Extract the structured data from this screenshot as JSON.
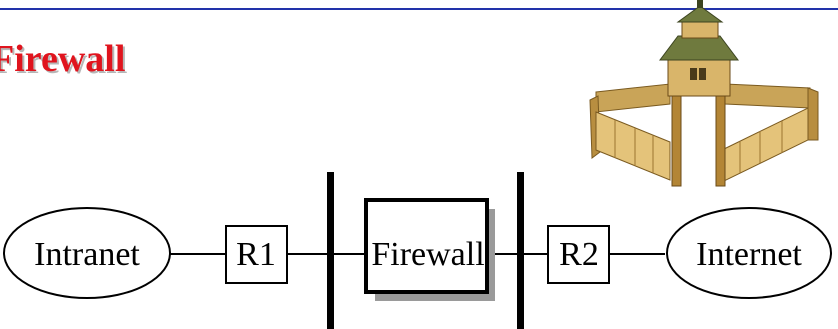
{
  "title": "Firewall",
  "colors": {
    "title": "#e0141e",
    "rule": "#2233aa",
    "lines": "#000000",
    "wall": "#d9b56a",
    "roof": "#6f7a3e"
  },
  "nodes": {
    "intranet": "Intranet",
    "r1": "R1",
    "firewall": "Firewall",
    "r2": "R2",
    "internet": "Internet"
  },
  "illustration": "walled-fort-with-gate-tower-icon"
}
